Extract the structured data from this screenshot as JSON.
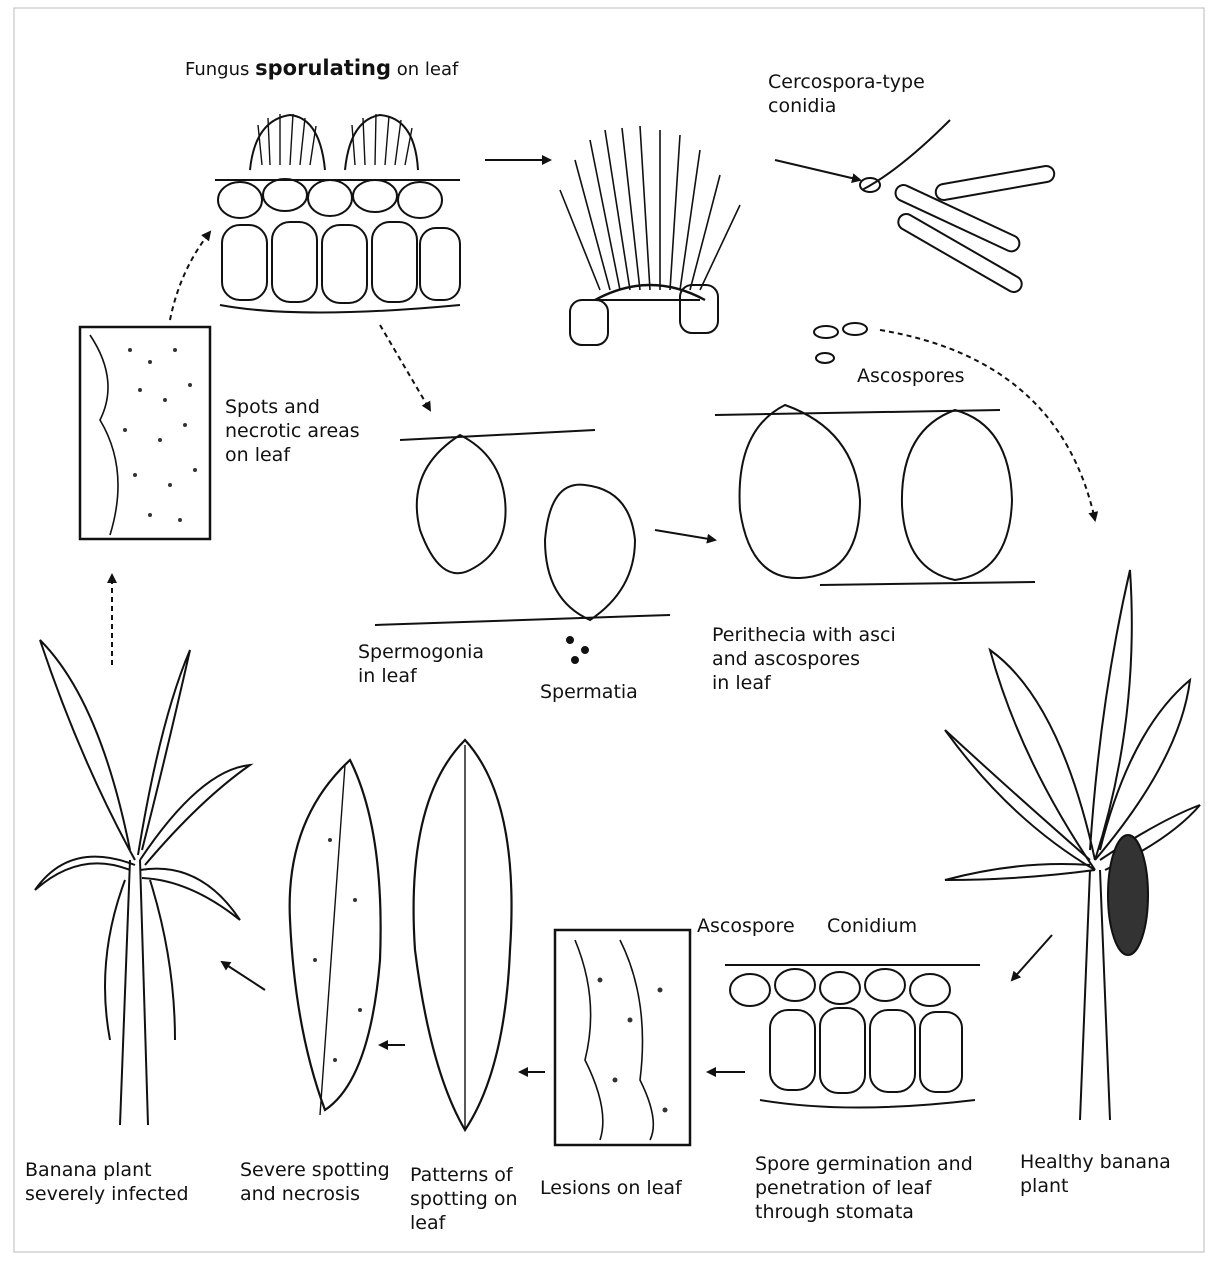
{
  "labels": {
    "fungus_a": "Fungus",
    "fungus_b": "sporulating",
    "fungus_c": "on leaf",
    "cercospora": "Cercospora-type\nconidia",
    "ascospores": "Ascospores",
    "spots": "Spots and\nnecrotic areas\non leaf",
    "spermogonia": "Spermogonia\nin leaf",
    "spermatia": "Spermatia",
    "perithecia": "Perithecia with asci\nand ascospores\nin leaf",
    "ascospore": "Ascospore",
    "conidium": "Conidium",
    "banana_infected": "Banana plant\nseverely infected",
    "severe_spotting": "Severe spotting\nand necrosis",
    "patterns": "Patterns of\nspotting on\nleaf",
    "lesions": "Lesions on leaf",
    "germination": "Spore germination and\npenetration of leaf\nthrough stomata",
    "healthy": "Healthy banana\nplant"
  }
}
